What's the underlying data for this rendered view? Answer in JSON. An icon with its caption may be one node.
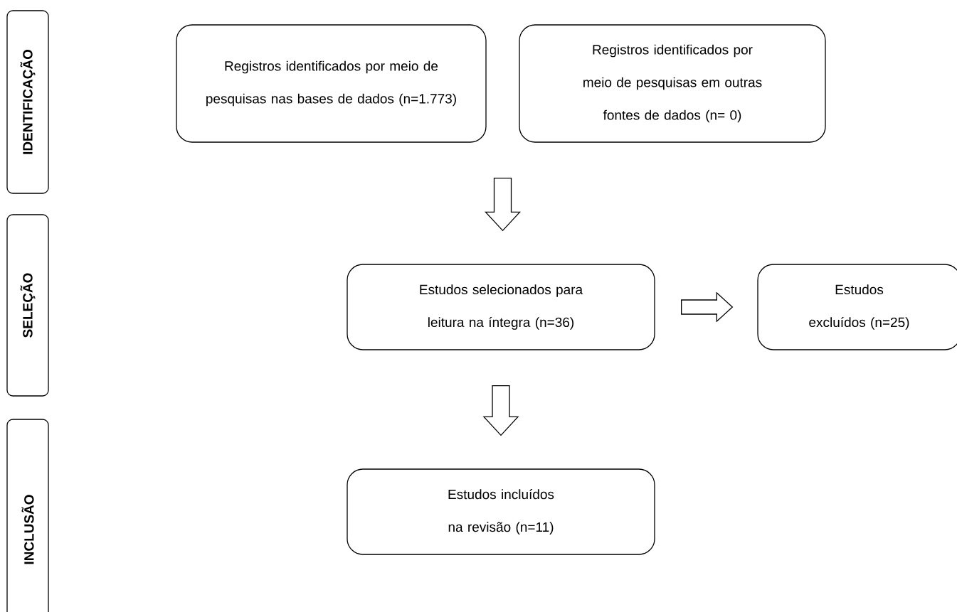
{
  "diagram": {
    "nodes": [
      {
        "text": [
          "IDENTIFICAÇÃO"
        ]
      },
      {
        "text": [
          "SELEÇÃO"
        ]
      },
      {
        "text": [
          "INCLUSÃO"
        ]
      },
      {
        "text": [
          "Registros identificados por meio de pesquisas nas bases de dados (n=1.773)"
        ]
      },
      {
        "text": [
          "Registros identificados por meio de pesquisas em outras fontes de dados (n= 0)"
        ]
      },
      {
        "text": [
          "Estudos selecionados para leitura na íntegra (n=36)"
        ]
      },
      {
        "text": [
          "Estudos excluídos (n=25)"
        ]
      },
      {
        "text": [
          "Estudos incluídos na revisão (n=11)"
        ]
      }
    ],
    "edges": [
      {
        "from": 3,
        "to": 5,
        "arrow": "to"
      },
      {
        "from": 4,
        "to": 5,
        "arrow": "to"
      },
      {
        "from": 5,
        "to": 6,
        "arrow": "to"
      },
      {
        "from": 5,
        "to": 7,
        "arrow": "to"
      }
    ]
  }
}
